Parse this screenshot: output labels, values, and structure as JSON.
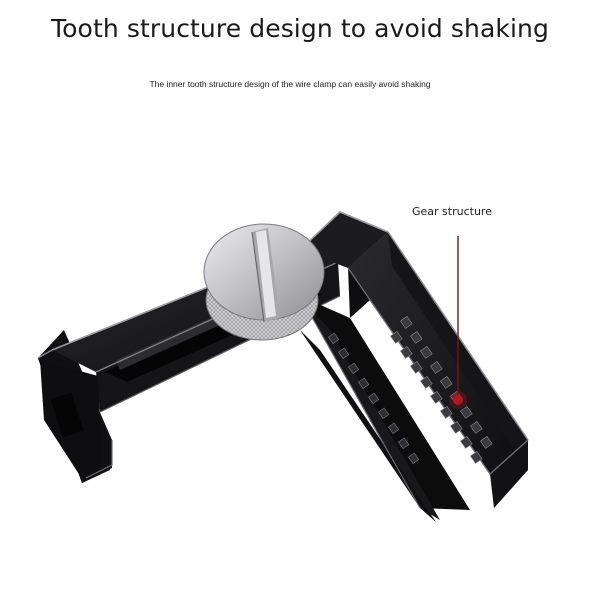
{
  "header": {
    "title": "Tooth structure design to avoid shaking",
    "subtitle": "The inner tooth structure design of the wire clamp can easily avoid shaking"
  },
  "callout": {
    "label": "Gear structure"
  },
  "colors": {
    "background": "#ffffff",
    "metal_body": "#141416",
    "metal_edge": "#8a8a8e",
    "screw_silver": "#c9c9cc",
    "pointer_line": "#6b1a1a",
    "pointer_dot": "#c0141c"
  }
}
